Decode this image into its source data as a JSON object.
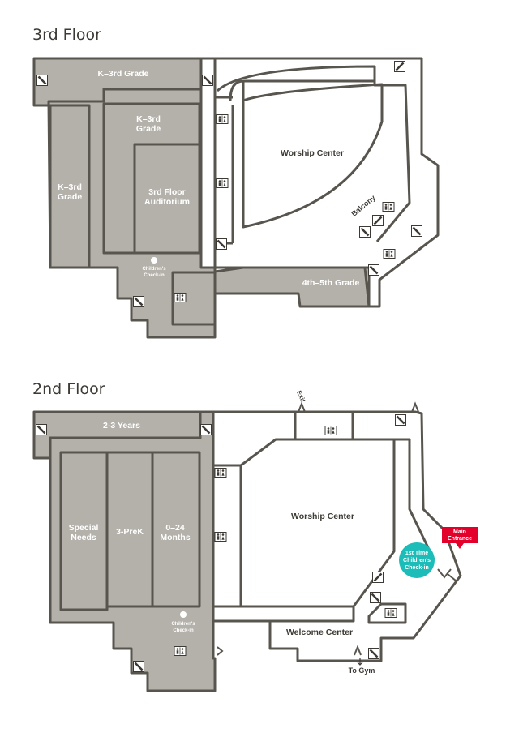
{
  "floors": {
    "third": {
      "title": "3rd Floor",
      "rooms": {
        "k3_top": "K–3rd Grade",
        "k3_mid": [
          "K–3rd",
          "Grade"
        ],
        "k3_left": [
          "K–3rd",
          "Grade"
        ],
        "auditorium": [
          "3rd Floor",
          "Auditorium"
        ],
        "worship": "Worship Center",
        "balcony": "Balcony",
        "grade45": "4th–5th Grade",
        "checkin": [
          "Children's",
          "Check-in"
        ]
      }
    },
    "second": {
      "title": "2nd Floor",
      "rooms": {
        "years23": "2-3 Years",
        "special_needs": [
          "Special",
          "Needs"
        ],
        "prek": "3-PreK",
        "months": [
          "0–24",
          "Months"
        ],
        "worship": "Worship Center",
        "welcome": "Welcome Center",
        "checkin": [
          "Children's",
          "Check-in"
        ],
        "first_time": [
          "1st Time",
          "Children's",
          "Check-in"
        ],
        "main_entrance": [
          "Main",
          "Entrance"
        ],
        "exit": "Exit",
        "to_gym": "To Gym"
      }
    }
  },
  "colors": {
    "room_fill": "#b4b1aa",
    "wall": "#58554f",
    "first_time_checkin": "#1cbdb8",
    "main_entrance": "#e3002b"
  },
  "icons": [
    "stairs-icon",
    "restroom-icon",
    "door-icon",
    "checkin-dot-icon",
    "arrow-down-icon"
  ]
}
